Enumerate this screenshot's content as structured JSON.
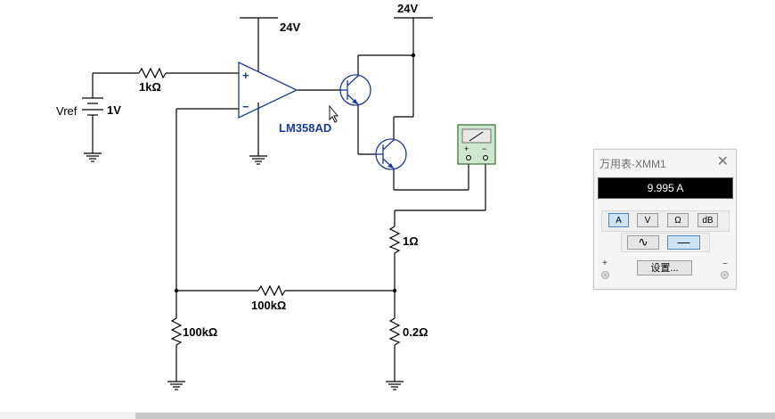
{
  "schematic": {
    "vcc_top": "24V",
    "vcc_opamp": "24V",
    "r_input": "1kΩ",
    "vref_name": "Vref",
    "vref_value": "1V",
    "opamp_model": "LM358AD",
    "opamp_plus": "+",
    "opamp_minus": "−",
    "r_series": "1Ω",
    "r_feedback": "100kΩ",
    "r_ground": "100kΩ",
    "r_sense": "0.2Ω",
    "meter_plus": "+",
    "meter_minus": "−"
  },
  "multimeter": {
    "title": "万用表-XMM1",
    "close": "✕",
    "reading": "9.995 A",
    "mode_buttons": [
      "A",
      "V",
      "Ω",
      "dB"
    ],
    "selected_mode": "A",
    "ac_symbol": "∿",
    "dc_symbol": "—",
    "selected_coupling": "DC",
    "settings_label": "设置...",
    "terminal_plus": "+",
    "terminal_minus": "−"
  },
  "colors": {
    "wire": "#000000",
    "component": "#1a3a9c",
    "dialog_selected": "#cfe3f7"
  }
}
